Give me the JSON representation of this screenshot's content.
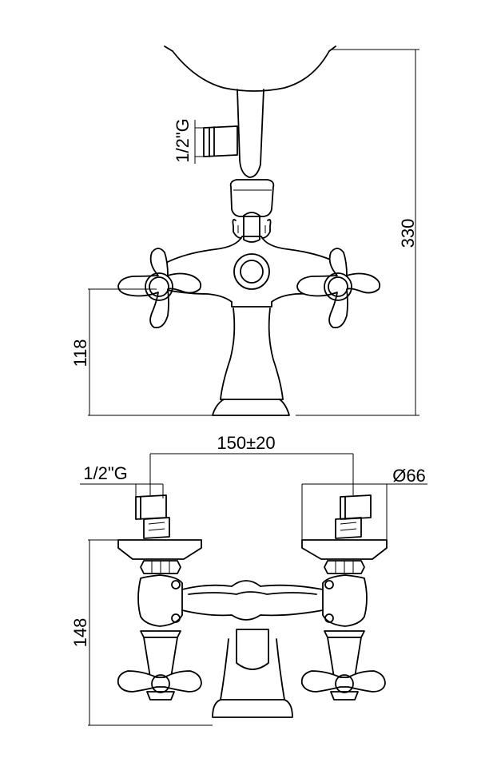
{
  "front_view": {
    "dimensions": {
      "overall_height": "330",
      "handle_height": "118",
      "shower_connection": "1/2\"G"
    }
  },
  "top_view": {
    "dimensions": {
      "center_distance": "150±20",
      "inlet_connection": "1/2\"G",
      "flange_diameter": "Ø66",
      "body_height": "148"
    }
  }
}
